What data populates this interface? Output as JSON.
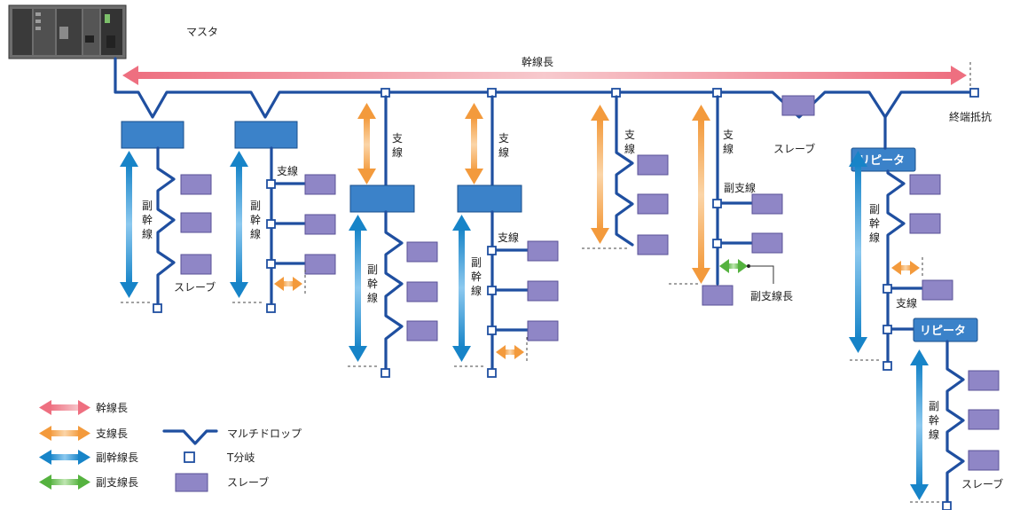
{
  "labels": {
    "master": "マスタ",
    "trunk_length": "幹線長",
    "terminator": "終端抵抗",
    "branch_v": "支線",
    "branch_h": "支線",
    "sub_trunk_v": "副幹線",
    "sub_branch": "副支線",
    "sub_branch_length": "副支線長",
    "slave": "スレーブ",
    "repeater": "リピータ"
  },
  "legend": [
    {
      "label": "幹線長",
      "color_from": "#f08a96",
      "color_to": "#f6c4c8"
    },
    {
      "label": "支線長",
      "color_from": "#f59a3a",
      "color_to": "#fbd3a5"
    },
    {
      "label": "副幹線長",
      "color_from": "#1a86c9",
      "color_to": "#88c6ee"
    },
    {
      "label": "副支線長",
      "color_from": "#5fb848",
      "color_to": "#b9e3aa"
    },
    {
      "label": "マルチドロップ",
      "icon": "multidrop-icon"
    },
    {
      "label": "T分岐",
      "icon": "t-branch-icon"
    },
    {
      "label": "スレーブ",
      "icon": "slave-icon"
    }
  ],
  "colors": {
    "wire": "#1f4fa0",
    "unit": "#3b82c9",
    "slave": "#8f86c6",
    "trunk_arrow": "#f08a96",
    "branch_arrow": "#f59a3a",
    "subtrunk_arrow": "#1a86c9",
    "subbranch_arrow": "#5fb848"
  }
}
